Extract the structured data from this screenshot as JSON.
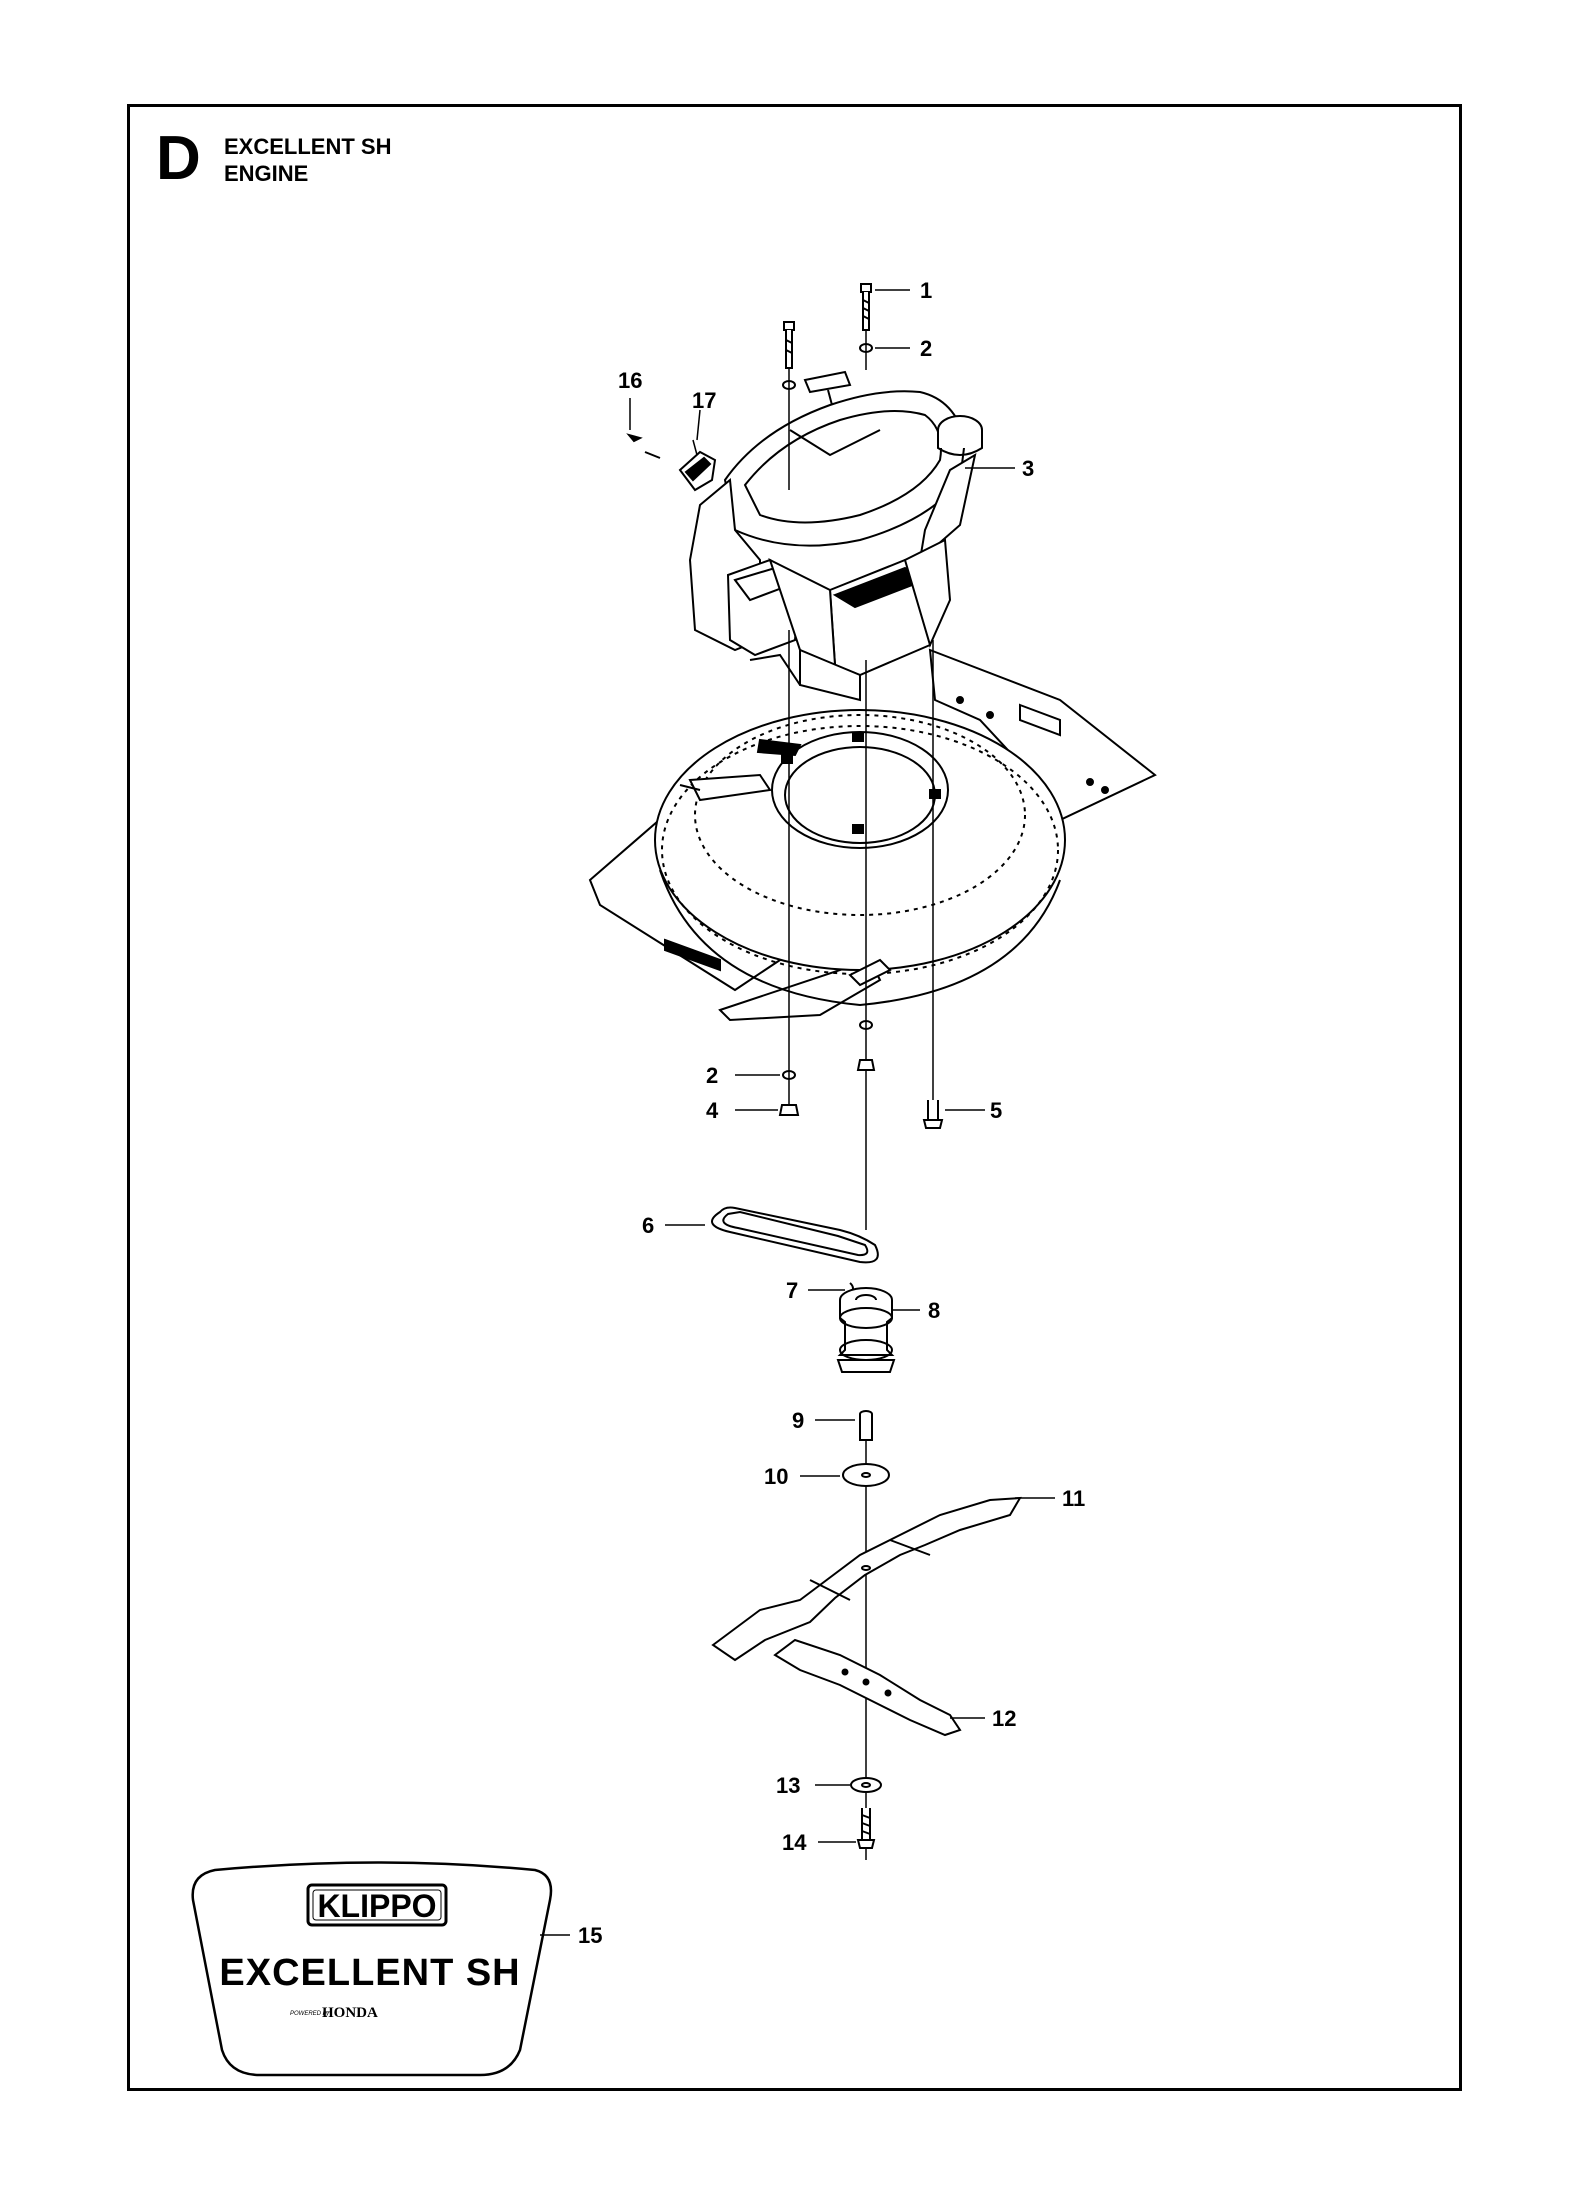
{
  "header": {
    "section": "D",
    "model": "EXCELLENT SH",
    "group": "ENGINE"
  },
  "callouts": [
    "1",
    "2",
    "3",
    "2",
    "4",
    "5",
    "6",
    "7",
    "8",
    "9",
    "10",
    "11",
    "12",
    "13",
    "14",
    "15",
    "16",
    "17"
  ],
  "decal": {
    "brand": "KLIPPO",
    "model": "EXCELLENT SH",
    "powered_by": "POWERED by",
    "engine_brand": "HONDA"
  }
}
